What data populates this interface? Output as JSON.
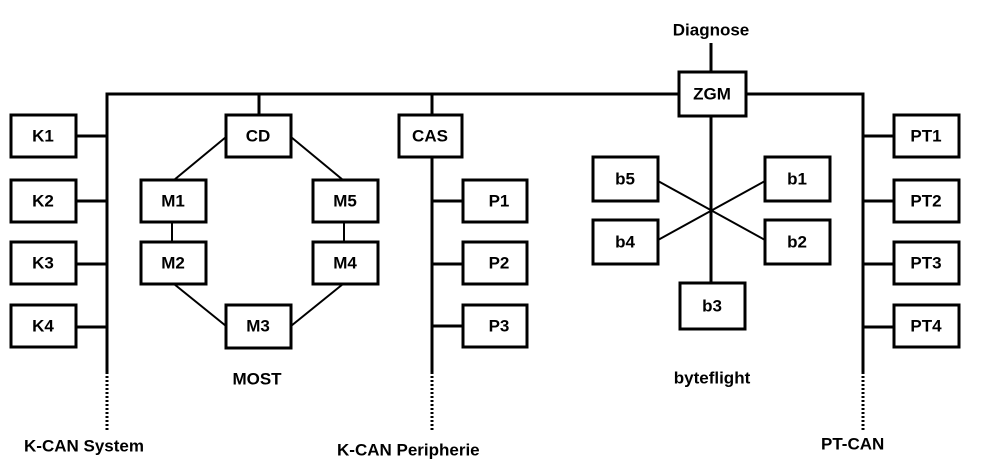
{
  "diagram": {
    "type": "vehicle-network-topology",
    "gateway": {
      "id": "ZGM",
      "label": "ZGM"
    },
    "diagnose_label": "Diagnose",
    "buses": {
      "k_can_system": {
        "label": "K-CAN System",
        "nodes": [
          {
            "id": "K1",
            "label": "K1"
          },
          {
            "id": "K2",
            "label": "K2"
          },
          {
            "id": "K3",
            "label": "K3"
          },
          {
            "id": "K4",
            "label": "K4"
          }
        ]
      },
      "most": {
        "label": "MOST",
        "topology": "ring",
        "nodes": [
          {
            "id": "CD",
            "label": "CD"
          },
          {
            "id": "M1",
            "label": "M1"
          },
          {
            "id": "M2",
            "label": "M2"
          },
          {
            "id": "M3",
            "label": "M3"
          },
          {
            "id": "M4",
            "label": "M4"
          },
          {
            "id": "M5",
            "label": "M5"
          }
        ]
      },
      "k_can_peripherie": {
        "label": "K-CAN Peripherie",
        "gateway_node": {
          "id": "CAS",
          "label": "CAS"
        },
        "nodes": [
          {
            "id": "P1",
            "label": "P1"
          },
          {
            "id": "P2",
            "label": "P2"
          },
          {
            "id": "P3",
            "label": "P3"
          }
        ]
      },
      "byteflight": {
        "label": "byteflight",
        "topology": "star",
        "nodes": [
          {
            "id": "b1",
            "label": "b1"
          },
          {
            "id": "b2",
            "label": "b2"
          },
          {
            "id": "b3",
            "label": "b3"
          },
          {
            "id": "b4",
            "label": "b4"
          },
          {
            "id": "b5",
            "label": "b5"
          }
        ]
      },
      "pt_can": {
        "label": "PT-CAN",
        "nodes": [
          {
            "id": "PT1",
            "label": "PT1"
          },
          {
            "id": "PT2",
            "label": "PT2"
          },
          {
            "id": "PT3",
            "label": "PT3"
          },
          {
            "id": "PT4",
            "label": "PT4"
          }
        ]
      }
    },
    "colors": {
      "line": "#000000",
      "background": "#ffffff",
      "node_fill": "#ffffff"
    }
  }
}
